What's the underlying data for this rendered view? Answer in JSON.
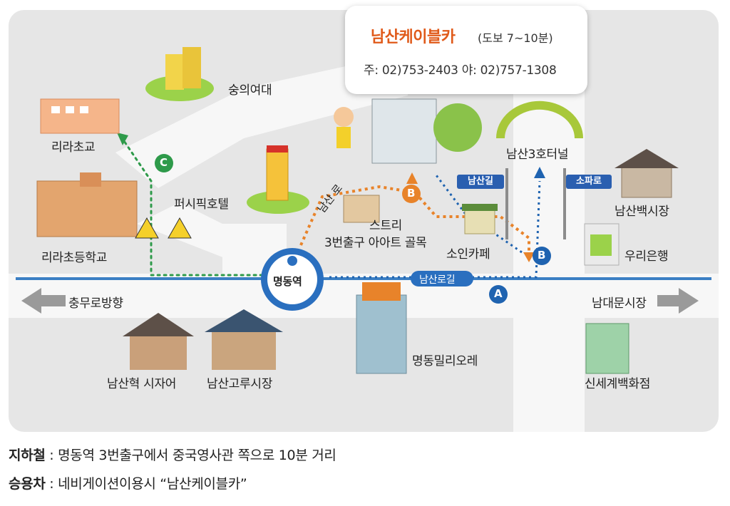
{
  "popup": {
    "title": "남산케이블카",
    "walk": "(도보 7~10분)",
    "phone_line": "주: 02)753-2403   야: 02)757-1308"
  },
  "landmarks": {
    "sungui": "숭의여대",
    "lira_elem": "리라초교",
    "pacific": "퍼시픽호텔",
    "lira_school": "리라초등학교",
    "street_art_1": "스트리",
    "street_art_2": "3번출구  아아트 골목",
    "soin_cafe": "소인카페",
    "tunnel": "남산3호터널",
    "baek_market": "남산백시장",
    "woori": "우리은행",
    "station": "명동역",
    "chungmuro": "충무로방향",
    "namdaemun": "남대문시장",
    "millioré": "명동밀리오레",
    "hanok_village": "남산혁 시자어",
    "golu_market": "남산고루시장",
    "shinsegae": "신세계백화점"
  },
  "roads": {
    "namsan_ro": "남산 로",
    "namsan_ro_gil": "남산로길",
    "namsan_gil_sign": "남산길",
    "sopa_ro_sign": "소파로"
  },
  "route_markers": {
    "a": "A",
    "b": "B",
    "c": "C"
  },
  "footer": {
    "subway_label": "지하철",
    "subway_text": " : 명동역 3번출구에서 중국영사관 쪽으로 10분 거리",
    "car_label": "승용차",
    "car_text": " : 네비게이션이용시 “남산케이블카”"
  },
  "colors": {
    "route_orange": "#e8832a",
    "route_blue": "#1f63b0",
    "route_green": "#2e9a4a",
    "main_road": "#3b7fc4",
    "accent_title": "#e05a1a",
    "sign_blue": "#2a5fb0",
    "map_background": "#e6e6e6",
    "road_surface": "#f7f7f7"
  }
}
